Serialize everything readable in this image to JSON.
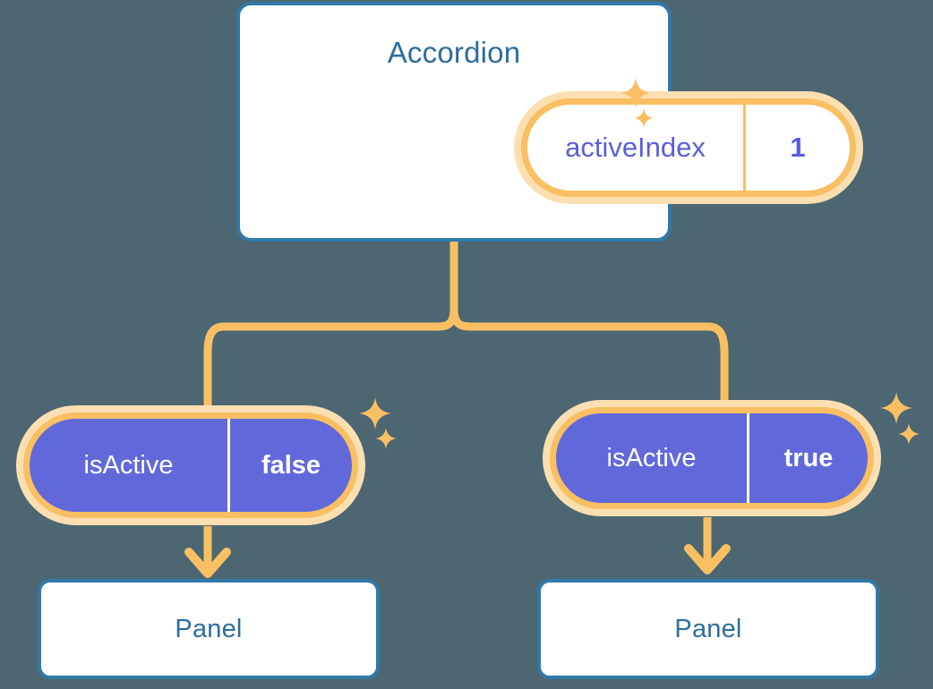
{
  "theme": {
    "background": "#4c6771",
    "card_border": "#3179a8",
    "card_background": "#ffffff",
    "card_title_color": "#2c6e9b",
    "pill_border": "#f9bf63",
    "pill_glow": "#fbdfb1",
    "pill_purple_fill": "#6169da",
    "pill_value_color": "#5b5fd9",
    "connector_color": "#f9bf63",
    "sparkle_color": "#f9bf63"
  },
  "diagram": {
    "type": "component-state-tree",
    "root": {
      "title": "Accordion",
      "state": {
        "key": "activeIndex",
        "value": "1"
      }
    },
    "children": [
      {
        "state": {
          "key": "isActive",
          "value": "false"
        },
        "component": {
          "title": "Panel"
        }
      },
      {
        "state": {
          "key": "isActive",
          "value": "true"
        },
        "component": {
          "title": "Panel"
        }
      }
    ]
  },
  "icons": {
    "sparkle_large": "sparkle-icon",
    "sparkle_small": "sparkle-small-icon",
    "arrow_down": "arrow-down-icon"
  }
}
